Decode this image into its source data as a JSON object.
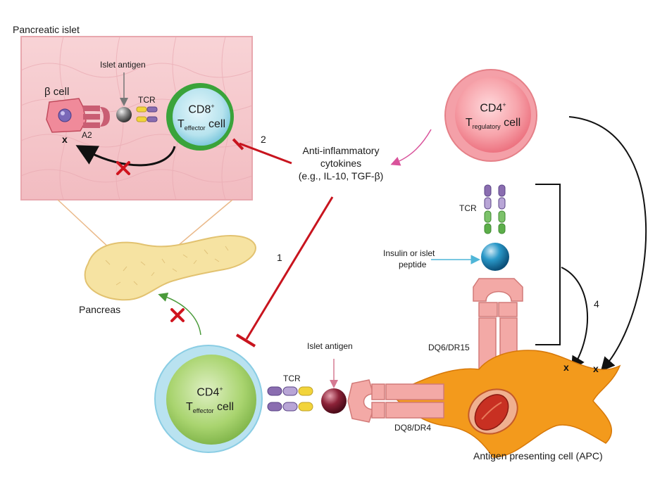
{
  "labels": {
    "pancreatic_islet": "Pancreatic islet",
    "islet_antigen_top": "Islet antigen",
    "beta_cell": "β cell",
    "tcr_top": "TCR",
    "a2": "A2",
    "pancreas": "Pancreas",
    "anti_inflammatory_1": "Anti-inflammatory",
    "anti_inflammatory_2": "cytokines",
    "anti_inflammatory_3": "(e.g., IL-10, TGF-β)",
    "tcr_right": "TCR",
    "insulin_1": "Insulin or islet",
    "insulin_2": "peptide",
    "dq6_dr15": "DQ6/DR15",
    "islet_antigen_bottom": "Islet antigen",
    "tcr_bottom": "TCR",
    "dq8_dr4": "DQ8/DR4",
    "apc": "Antigen presenting cell (APC)",
    "step_1": "1",
    "step_2": "2",
    "step_4": "4",
    "x_mark": "x"
  },
  "cells": {
    "cd8_main": "CD8",
    "cd8_sup": "+",
    "cd8_T": "T",
    "cd8_sub": "effector",
    "cd8_tail": "cell",
    "treg_main": "CD4",
    "treg_sup": "+",
    "treg_T": "T",
    "treg_sub": "regulatory",
    "treg_tail": "cell",
    "teff_main": "CD4",
    "teff_sup": "+",
    "teff_T": "T",
    "teff_sub": "effector",
    "teff_tail": "cell"
  },
  "colors": {
    "islet_bg": "#f6c9cd",
    "inhibit_red": "#c8141e",
    "treg_pink": "#f07a86",
    "cd8_green": "#3aa33a",
    "teff_green": "#8fc45a",
    "mhc_pink": "#f3a9a6",
    "apc_orange": "#f39a1c",
    "pancreas_yellow": "#f6e3a2",
    "tcr_purple": "#8a6db0",
    "tcr_yellow": "#f2d43a",
    "tcr_green": "#5cae4a",
    "peptide_blue": "#1e88b8",
    "antigen_maroon": "#7a1a30",
    "arrow_magenta": "#d9539b",
    "arrow_cyan": "#4fb6d8"
  }
}
